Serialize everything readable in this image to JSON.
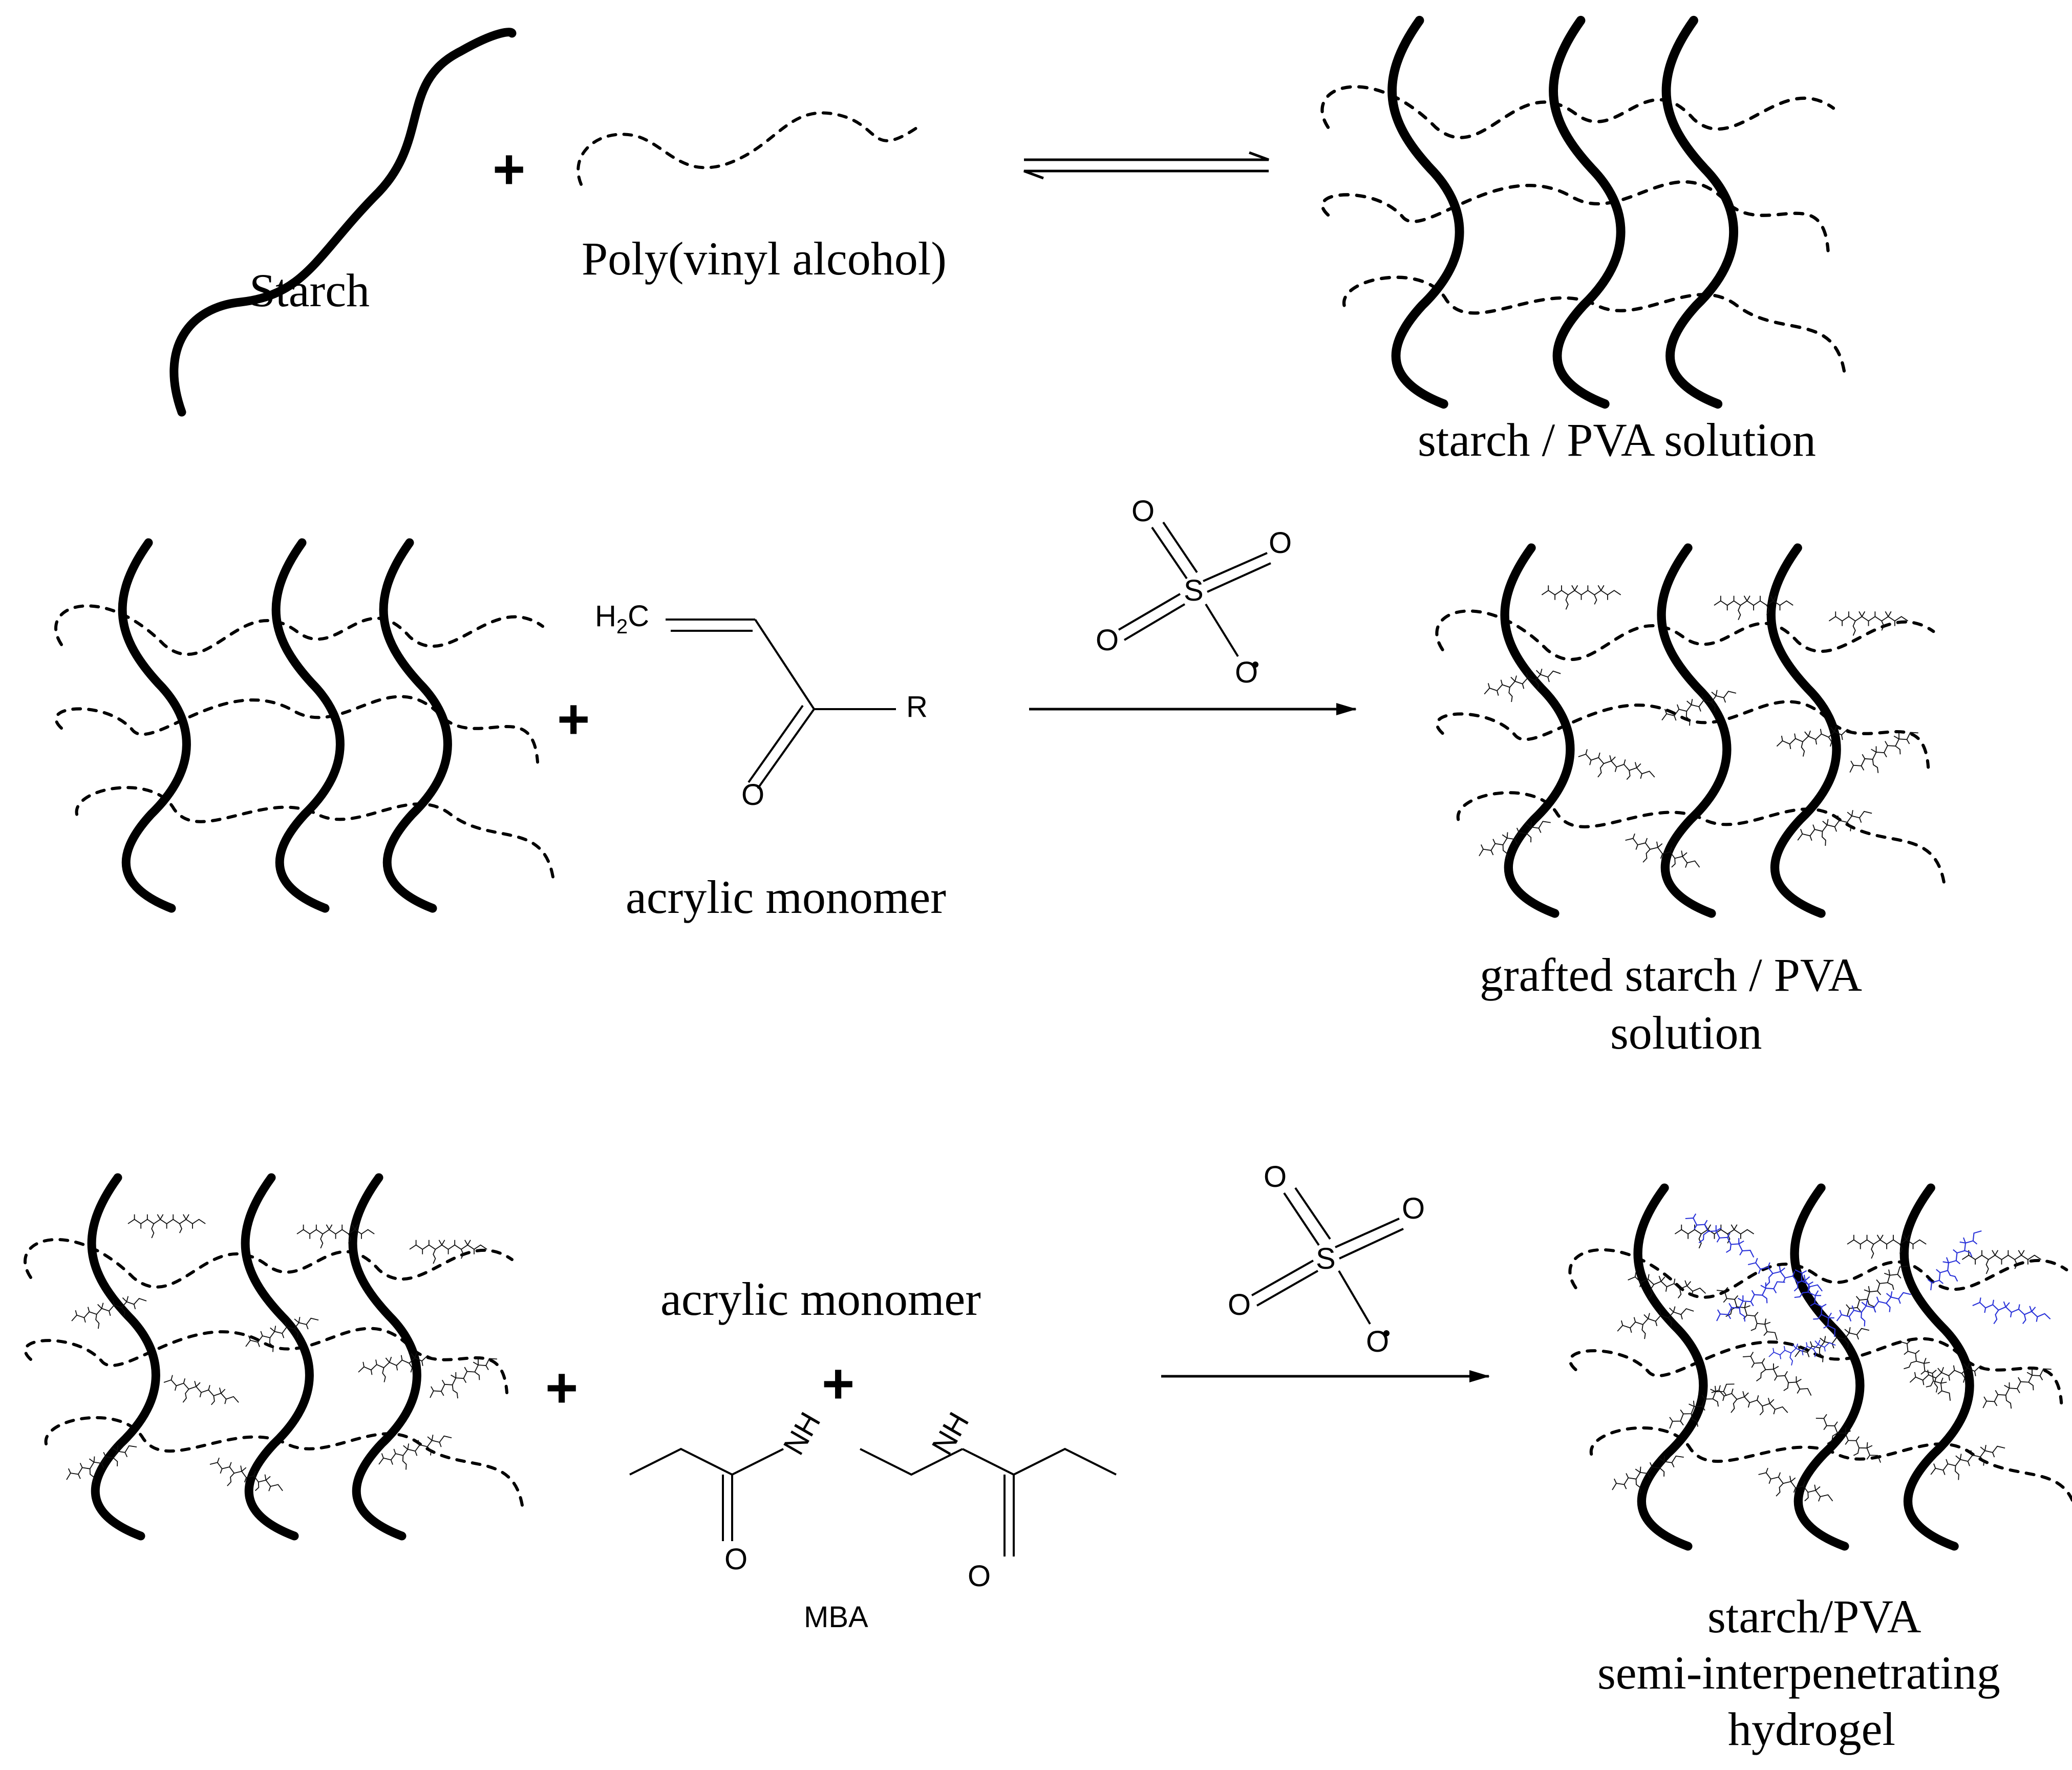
{
  "row1": {
    "starch_label": "Starch",
    "pva_label": "Poly(vinyl alcohol)",
    "product_label": "starch / PVA solution"
  },
  "row2": {
    "monomer_label": "acrylic monomer",
    "product_label_line1": "grafted starch / PVA",
    "product_label_line2": "solution"
  },
  "row3": {
    "monomer_label": "acrylic monomer",
    "crosslinker_label": "MBA",
    "product_label_line1": "starch/PVA",
    "product_label_line2": "semi-interpenetrating",
    "product_label_line3": "hydrogel"
  },
  "chem": {
    "acrylic_h2c": "H",
    "acrylic_h2c_sub": "2",
    "acrylic_h2c_end": "C",
    "acrylic_r": "R",
    "acrylic_o": "O",
    "persulfate_s": "S",
    "persulfate_o": "O",
    "mba_nh": "NH",
    "mba_o": "O"
  },
  "symbols": {
    "plus": "+"
  },
  "colors": {
    "ink": "#000000",
    "crosslink_blue": "#2a33d9"
  }
}
